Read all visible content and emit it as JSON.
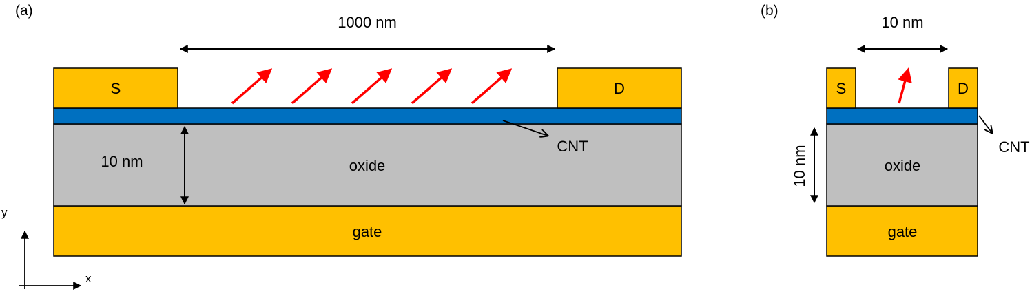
{
  "panel_a": {
    "label": "(a)",
    "source_label": "S",
    "drain_label": "D",
    "channel_length_label": "1000 nm",
    "oxide_thickness_label": "10 nm",
    "oxide_label": "oxide",
    "gate_label": "gate",
    "cnt_label": "CNT"
  },
  "panel_b": {
    "label": "(b)",
    "source_label": "S",
    "drain_label": "D",
    "channel_length_label": "10 nm",
    "oxide_thickness_label": "10 nm",
    "oxide_label": "oxide",
    "gate_label": "gate",
    "cnt_label": "CNT"
  },
  "axes": {
    "y_label": "y",
    "x_label": "x"
  },
  "colors": {
    "metal": "#FFC000",
    "cnt": "#0070C0",
    "oxide": "#BFBFBF",
    "emission_arrow": "#FF0000",
    "outline": "#000000"
  }
}
